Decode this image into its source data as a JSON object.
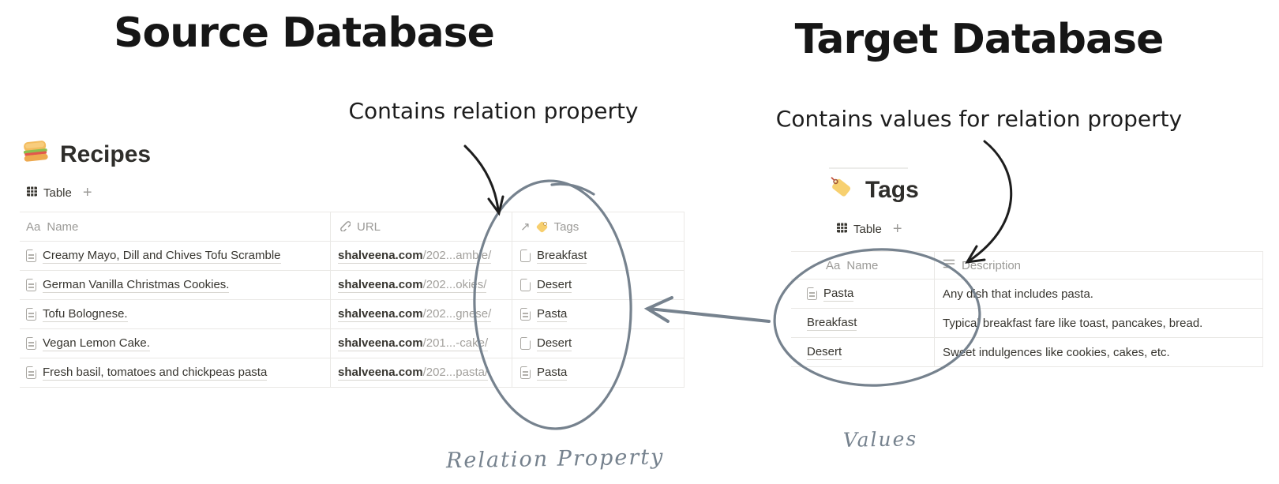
{
  "titles": {
    "source": "Source Database",
    "target": "Target Database"
  },
  "annotations": {
    "source": "Contains relation property",
    "target": "Contains values for relation property",
    "relation_property": "Relation Property",
    "values": "Values"
  },
  "source_db": {
    "icon": "sandwich-icon",
    "title": "Recipes",
    "toolbar": {
      "view_icon": "table-view-icon",
      "view_label": "Table",
      "add_label": "+"
    },
    "columns": [
      {
        "icon": "text-type-icon",
        "icon_label": "Aa",
        "label": "Name"
      },
      {
        "icon": "link-icon",
        "label": "URL"
      },
      {
        "icon": "relation-arrow-icon",
        "icon_glyph": "↗",
        "tag_icon": "tag-icon",
        "label": "Tags"
      }
    ],
    "rows": [
      {
        "name": "Creamy Mayo, Dill and Chives Tofu Scramble",
        "url_domain": "shalveena.com",
        "url_path": "/202...amble/",
        "tag": "Breakfast"
      },
      {
        "name": "German Vanilla Christmas Cookies.",
        "url_domain": "shalveena.com",
        "url_path": "/202...okies/",
        "tag": "Desert"
      },
      {
        "name": "Tofu Bolognese.",
        "url_domain": "shalveena.com",
        "url_path": "/202...gnese/",
        "tag": "Pasta"
      },
      {
        "name": "Vegan Lemon Cake.",
        "url_domain": "shalveena.com",
        "url_path": "/201...-cake/",
        "tag": "Desert"
      },
      {
        "name": "Fresh basil, tomatoes and chickpeas pasta",
        "url_domain": "shalveena.com",
        "url_path": "/202...pasta/",
        "tag": "Pasta"
      }
    ]
  },
  "target_db": {
    "icon": "tag-icon",
    "title": "Tags",
    "toolbar": {
      "view_icon": "table-view-icon",
      "view_label": "Table",
      "add_label": "+"
    },
    "columns": [
      {
        "icon": "text-type-icon",
        "icon_label": "Aa",
        "label": "Name"
      },
      {
        "icon": "description-icon",
        "label": "Description"
      }
    ],
    "rows": [
      {
        "name": "Pasta",
        "description": "Any dish that includes pasta."
      },
      {
        "name": "Breakfast",
        "description": "Typical breakfast fare like toast, pancakes, bread."
      },
      {
        "name": "Desert",
        "description": "Sweet indulgences like cookies, cakes, etc."
      }
    ]
  },
  "colors": {
    "sketch": "#76828e",
    "ink": "#1d1d1d",
    "notion_text": "#37352f",
    "muted_text": "#9b9a97",
    "table_border": "#e9e8e5",
    "tag_yellow": "#f7d070"
  }
}
